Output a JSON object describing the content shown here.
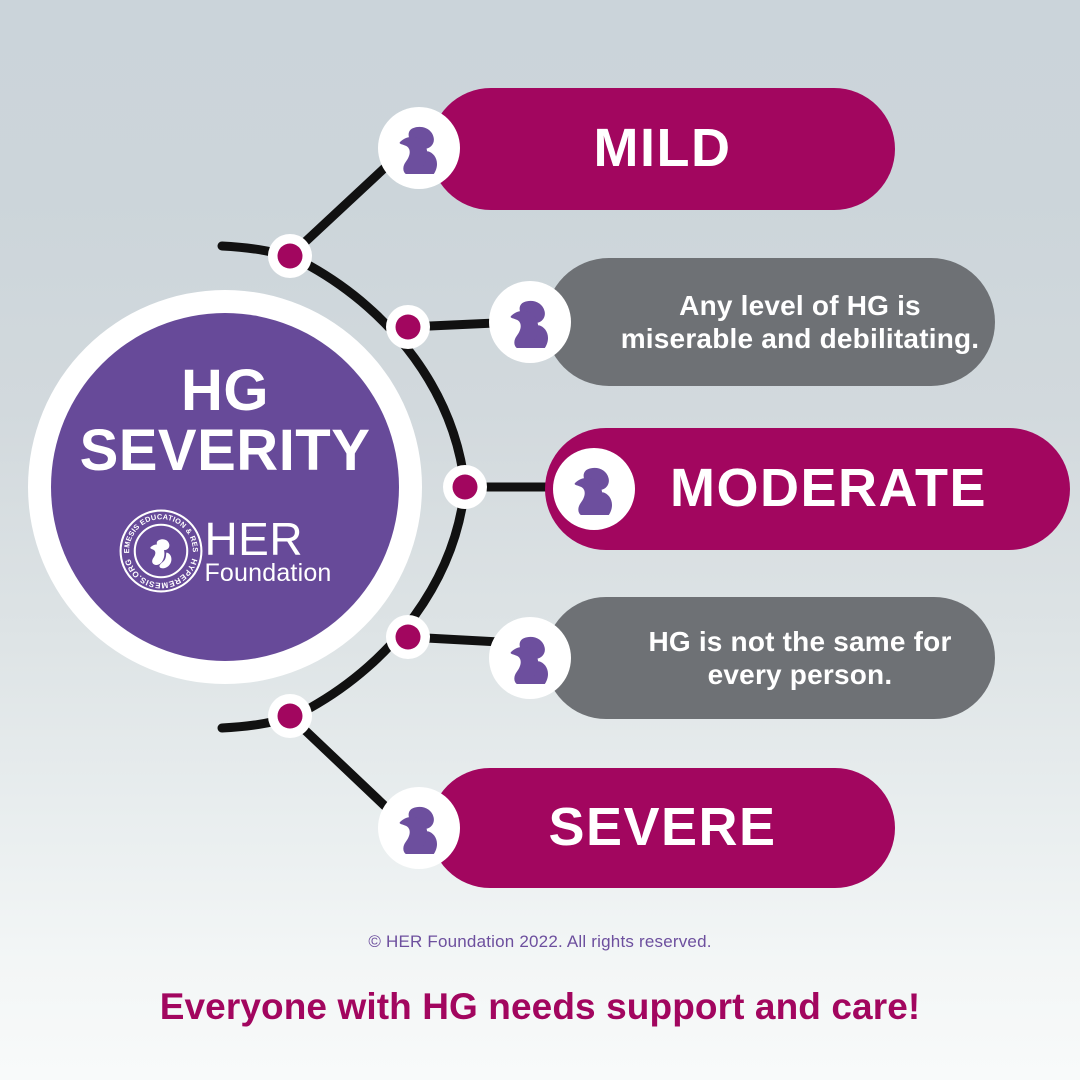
{
  "title": "HG Severity",
  "colors": {
    "magenta": "#A2065F",
    "purple": "#674A99",
    "gray": "#6E7175",
    "white": "#FFFFFF",
    "line": "#111111",
    "bg_top": "#CBD4DA",
    "bg_bottom": "#F8FAFA"
  },
  "hub": {
    "line1": "HG",
    "line2": "SEVERITY",
    "logo": {
      "icon_name": "her-foundation-seal",
      "seal_top_text": "HYPEREMESIS EDUCATION & RESEARCH",
      "seal_bottom_text": "HYPEREMESIS.ORG",
      "wordmark": "HER",
      "wordmark_sub": "Foundation"
    }
  },
  "branches": [
    {
      "id": "mild",
      "label": "MILD",
      "kind": "severity",
      "style": "strong",
      "icon_name": "fetus-icon"
    },
    {
      "id": "note-1",
      "label": "Any level of HG is\nmiserable and debilitating.",
      "kind": "note",
      "style": "muted",
      "icon_name": "fetus-icon"
    },
    {
      "id": "moderate",
      "label": "MODERATE",
      "kind": "severity",
      "style": "strong",
      "icon_name": "fetus-icon"
    },
    {
      "id": "note-2",
      "label": "HG is not the same for\nevery person.",
      "kind": "note",
      "style": "muted",
      "icon_name": "fetus-icon"
    },
    {
      "id": "severe",
      "label": "SEVERE",
      "kind": "severity",
      "style": "strong",
      "icon_name": "fetus-icon"
    }
  ],
  "footer": {
    "copyright": "© HER Foundation 2022. All rights reserved.",
    "tagline": "Everyone with HG needs support and care!"
  }
}
